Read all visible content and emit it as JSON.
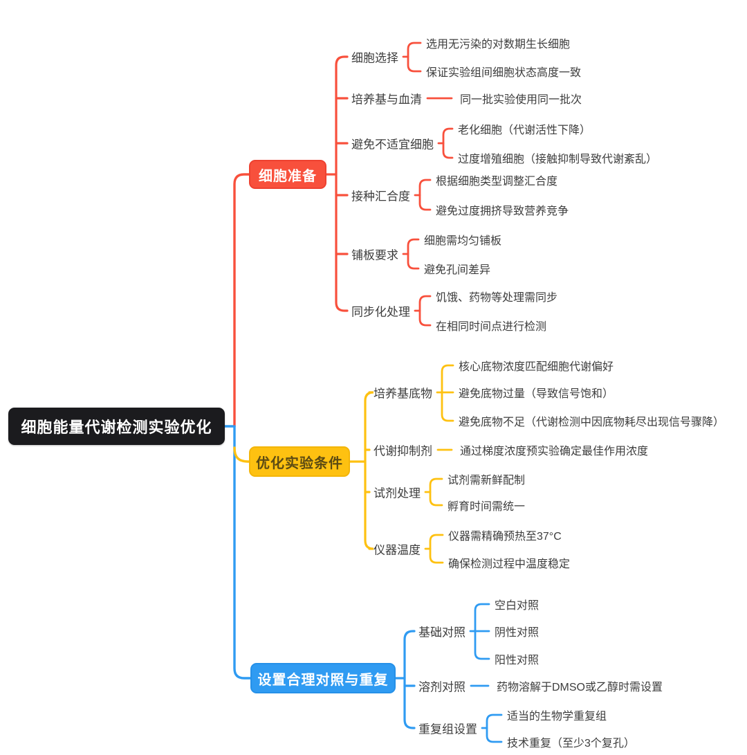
{
  "canvas": {
    "background": "#ffffff"
  },
  "text_color": "#3d3d3d",
  "root": {
    "label": "细胞能量代谢检测实验优化",
    "bg_color": "#1b1b1e",
    "text_color": "#ffffff"
  },
  "branches": [
    {
      "label": "细胞准备",
      "color": "#f8503c",
      "border_color": "#ee4130",
      "text_color": "#ffffff",
      "children": [
        {
          "label": "细胞选择",
          "leaves": [
            "选用无污染的对数期生长细胞",
            "保证实验组间细胞状态高度一致"
          ]
        },
        {
          "label": "培养基与血清",
          "leaves": [
            "同一批实验使用同一批次"
          ]
        },
        {
          "label": "避免不适宜细胞",
          "leaves": [
            "老化细胞（代谢活性下降）",
            "过度增殖细胞（接触抑制导致代谢紊乱）"
          ]
        },
        {
          "label": "接种汇合度",
          "leaves": [
            "根据细胞类型调整汇合度",
            "避免过度拥挤导致营养竞争"
          ]
        },
        {
          "label": "铺板要求",
          "leaves": [
            "细胞需均匀铺板",
            "避免孔间差异"
          ]
        },
        {
          "label": "同步化处理",
          "leaves": [
            "饥饿、药物等处理需同步",
            "在相同时间点进行检测"
          ]
        }
      ]
    },
    {
      "label": "优化实验条件",
      "color": "#fec111",
      "border_color": "#f3b509",
      "text_color": "#5c4b13",
      "children": [
        {
          "label": "培养基底物",
          "leaves": [
            "核心底物浓度匹配细胞代谢偏好",
            "避免底物过量（导致信号饱和）",
            "避免底物不足（代谢检测中因底物耗尽出现信号骤降）"
          ]
        },
        {
          "label": "代谢抑制剂",
          "leaves": [
            "通过梯度浓度预实验确定最佳作用浓度"
          ]
        },
        {
          "label": "试剂处理",
          "leaves": [
            "试剂需新鲜配制",
            "孵育时间需统一"
          ]
        },
        {
          "label": "仪器温度",
          "leaves": [
            "仪器需精确预热至37°C",
            "确保检测过程中温度稳定"
          ]
        }
      ]
    },
    {
      "label": "设置合理对照与重复",
      "color": "#2f9bf2",
      "border_color": "#2590e8",
      "text_color": "#ffffff",
      "children": [
        {
          "label": "基础对照",
          "leaves": [
            "空白对照",
            "阴性对照",
            "阳性对照"
          ]
        },
        {
          "label": "溶剂对照",
          "leaves": [
            "药物溶解于DMSO或乙醇时需设置"
          ]
        },
        {
          "label": "重复组设置",
          "leaves": [
            "适当的生物学重复组",
            "技术重复（至少3个复孔）"
          ]
        }
      ]
    }
  ]
}
